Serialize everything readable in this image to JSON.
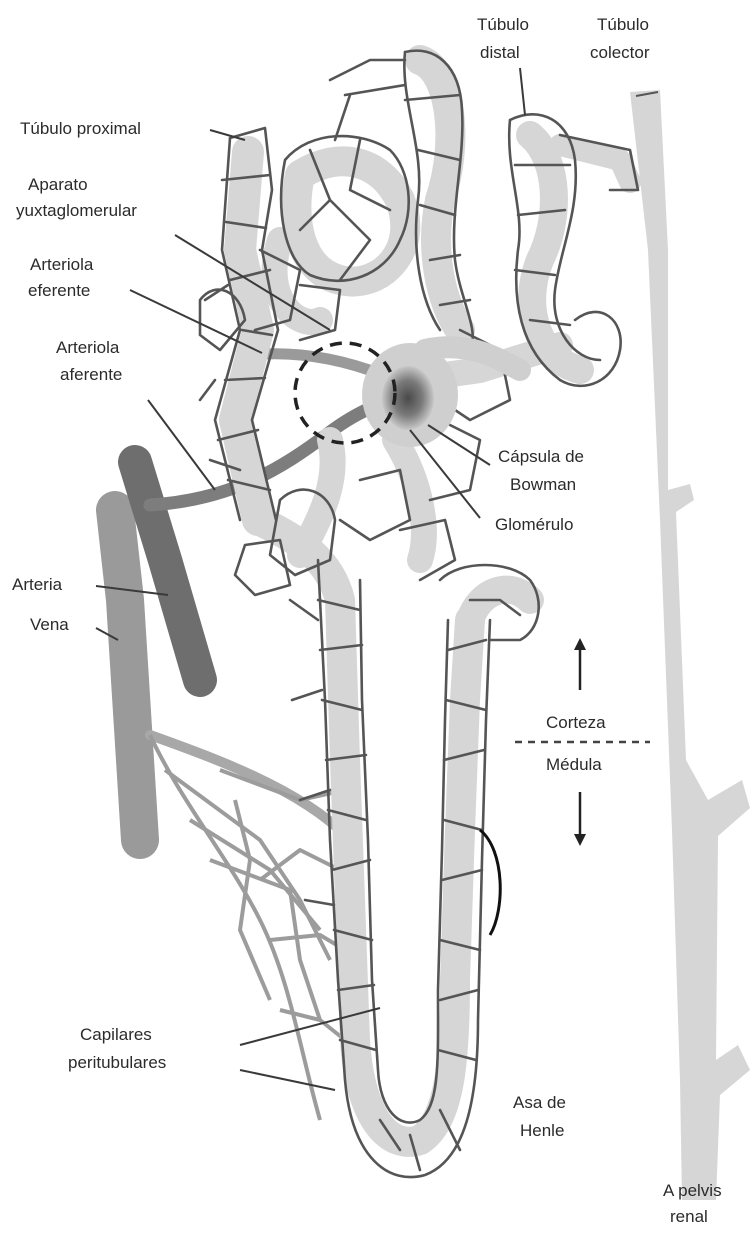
{
  "labels": {
    "tubulo_distal": [
      "Túbulo",
      "distal"
    ],
    "tubulo_colector": [
      "Túbulo",
      "colector"
    ],
    "tubulo_proximal": "Túbulo proximal",
    "aparato_yuxtaglomerular": [
      "Aparato",
      "yuxtaglomerular"
    ],
    "arteriola_eferente": [
      "Arteriola",
      "eferente"
    ],
    "arteriola_aferente": [
      "Arteriola",
      "aferente"
    ],
    "capsula_bowman": [
      "Cápsula de",
      "Bowman"
    ],
    "glomerulo": "Glomérulo",
    "arteria": "Arteria",
    "vena": "Vena",
    "corteza": "Corteza",
    "medula": "Médula",
    "capilares_peritubulares": [
      "Capilares",
      "peritubulares"
    ],
    "asa_de_henle": [
      "Asa de",
      "Henle"
    ],
    "a_pelvis_renal": [
      "A pelvis",
      "renal"
    ]
  },
  "colors": {
    "tubule": "#d6d6d6",
    "capillary_outline": "#555555",
    "artery": "#6e6e6e",
    "vein": "#9a9a9a",
    "glomerulus": "#555555",
    "text": "#2b2b2b"
  }
}
